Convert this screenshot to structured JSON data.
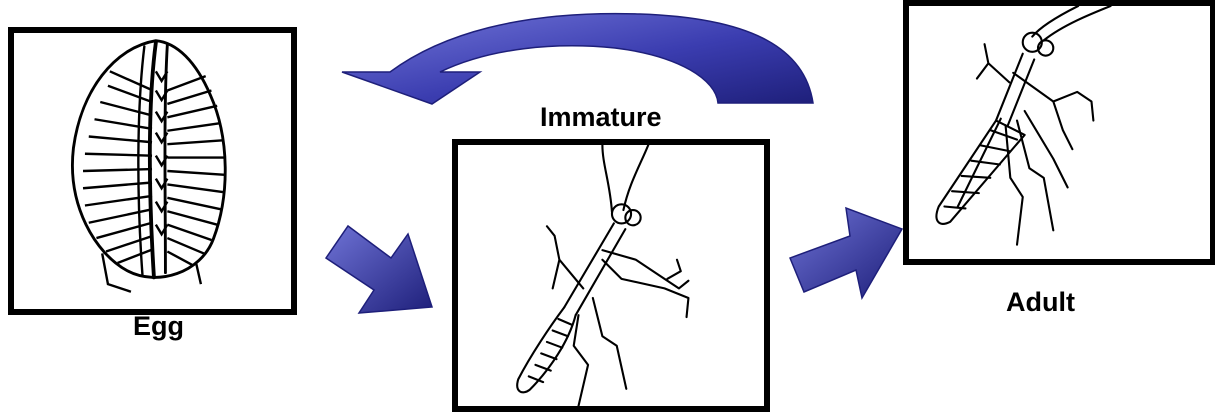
{
  "stages": {
    "egg": {
      "label": "Egg"
    },
    "immature": {
      "label": "Immature"
    },
    "adult": {
      "label": "Adult"
    }
  },
  "colors": {
    "arrow_light": "#6f73d6",
    "arrow_dark": "#1e1f7a",
    "frame": "#000000",
    "text": "#000000"
  },
  "icons": {
    "egg": "mantis-egg-case-drawing",
    "immature": "immature-mantis-drawing",
    "adult": "adult-mantis-drawing"
  }
}
